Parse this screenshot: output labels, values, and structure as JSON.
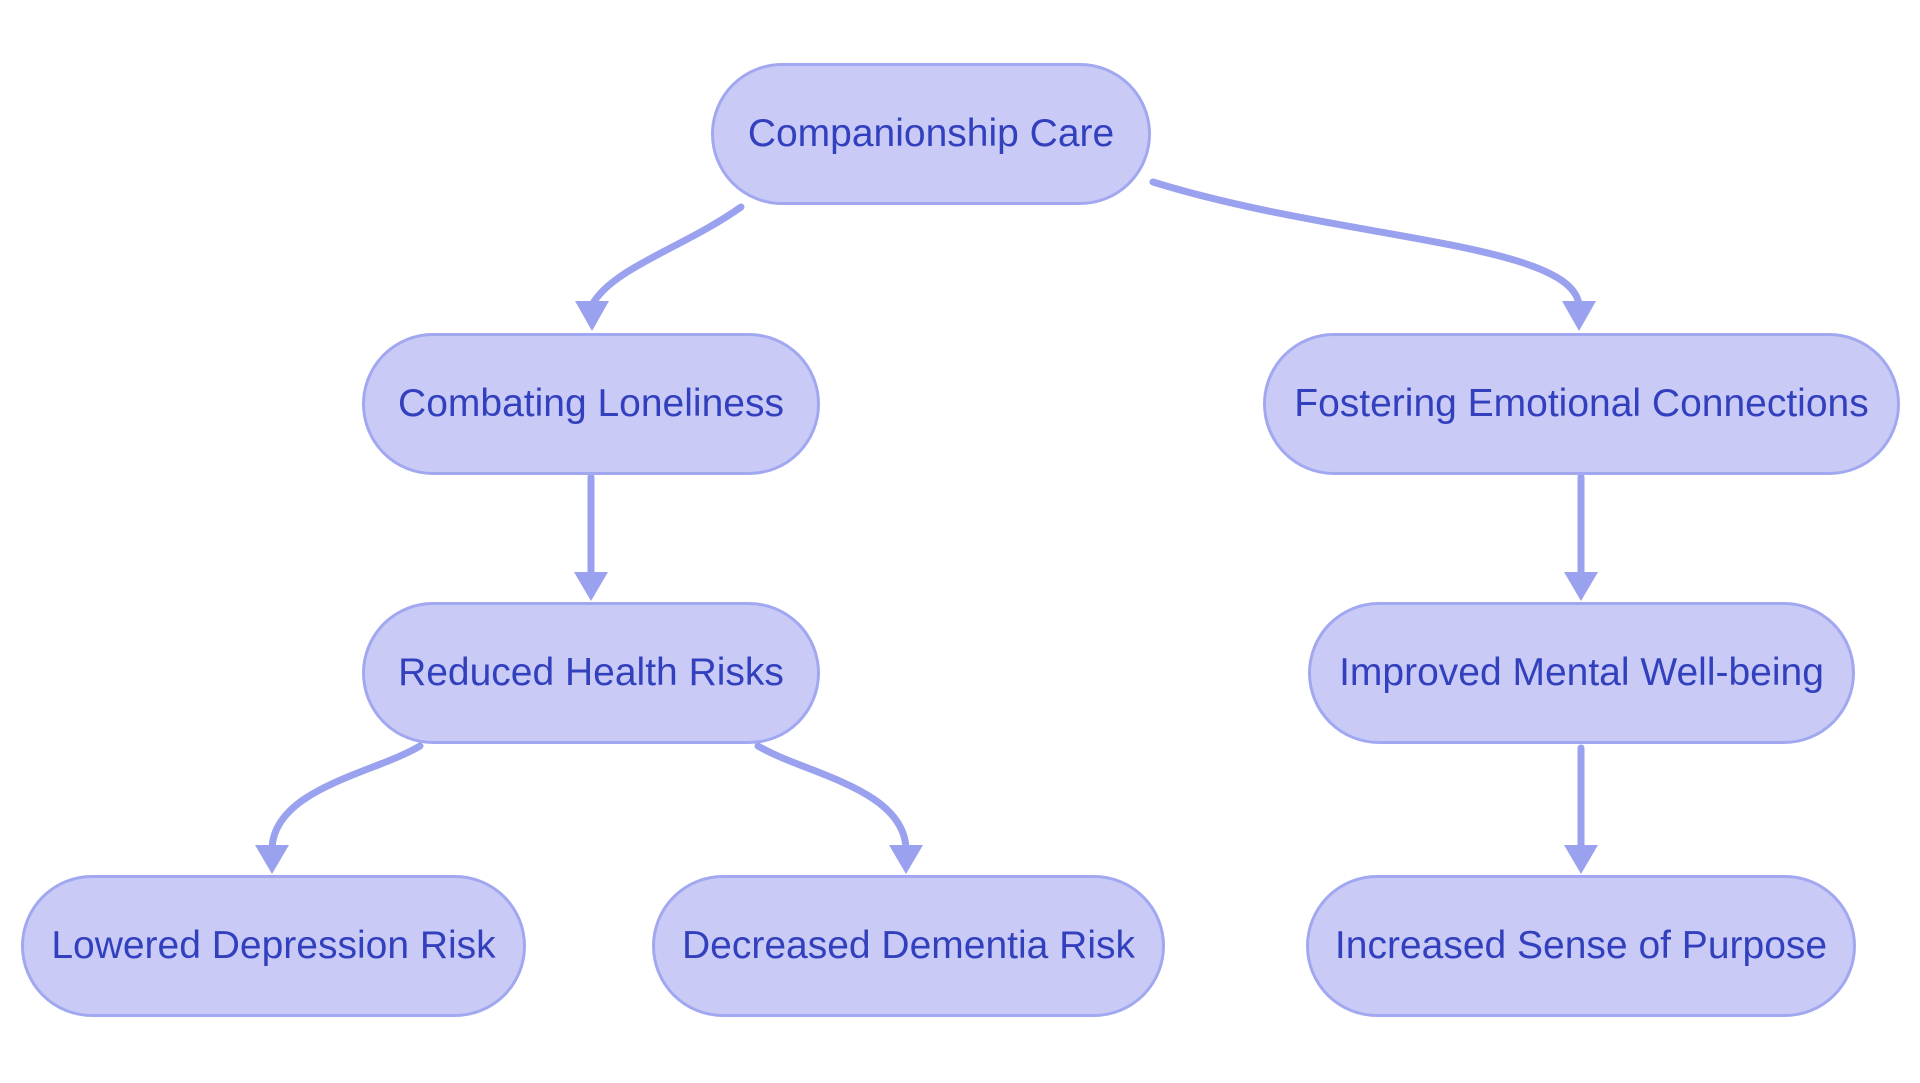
{
  "diagram": {
    "type": "flowchart",
    "direction": "top-down",
    "background_color": "#ffffff",
    "node_fill_color": "#c9cbf6",
    "node_border_color": "#a2a8f0",
    "node_text_color": "#3240be",
    "arrow_color": "#9aa1ee",
    "nodes": {
      "root": {
        "label": "Companionship Care"
      },
      "combating": {
        "label": "Combating Loneliness"
      },
      "fostering": {
        "label": "Fostering Emotional Connections"
      },
      "reduced": {
        "label": "Reduced Health Risks"
      },
      "improved": {
        "label": "Improved Mental Well-being"
      },
      "lowered": {
        "label": "Lowered Depression Risk"
      },
      "decreased": {
        "label": "Decreased Dementia Risk"
      },
      "increased": {
        "label": "Increased Sense of Purpose"
      }
    },
    "edges": [
      {
        "from": "Companionship Care",
        "to": "Combating Loneliness"
      },
      {
        "from": "Companionship Care",
        "to": "Fostering Emotional Connections"
      },
      {
        "from": "Combating Loneliness",
        "to": "Reduced Health Risks"
      },
      {
        "from": "Fostering Emotional Connections",
        "to": "Improved Mental Well-being"
      },
      {
        "from": "Reduced Health Risks",
        "to": "Lowered Depression Risk"
      },
      {
        "from": "Reduced Health Risks",
        "to": "Decreased Dementia Risk"
      },
      {
        "from": "Improved Mental Well-being",
        "to": "Increased Sense of Purpose"
      }
    ]
  }
}
